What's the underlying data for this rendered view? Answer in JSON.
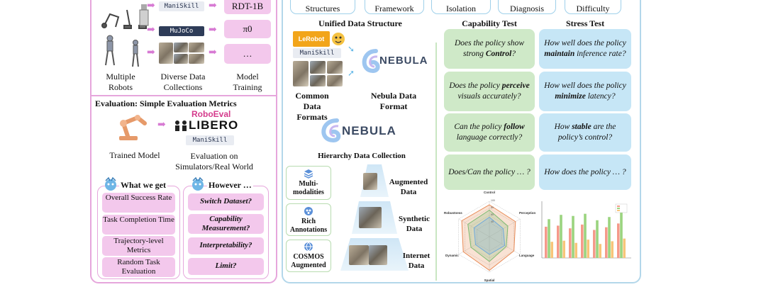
{
  "training": {
    "model_boxes": [
      "RDT-1B",
      "π0",
      "…"
    ],
    "labels": [
      "Multiple Robots",
      "Diverse Data Collections",
      "Model Training"
    ],
    "logos": {
      "maniskill": "ManiSkill",
      "mujoco": "MuJoCo"
    }
  },
  "evaluation": {
    "title": "Evaluation: Simple Evaluation Metrics",
    "trained_model": "Trained Model",
    "eval_on": "Evaluation on Simulators/Real World",
    "logos": {
      "roboeval": "RoboEval",
      "libero": "LIBERO",
      "maniskill": "ManiSkill"
    }
  },
  "what_we_get": {
    "title": "What we get",
    "items": [
      "Overall Success Rate",
      "Task Completion Time",
      "Trajectory-level Metrics",
      "Random Task Evaluation"
    ]
  },
  "however": {
    "title": "However …",
    "items": [
      "Switch Dataset?",
      "Capability Measurement?",
      "Interpretability?",
      "Limit?"
    ]
  },
  "tabs": [
    "Structures",
    "Framework",
    "Isolation",
    "Diagnosis",
    "Difficulty"
  ],
  "unified": {
    "title": "Unified Data Structure",
    "common": "Common Data Formats",
    "nebula_format": "Nebula Data Format",
    "logos": {
      "lerobot": "LeRobot",
      "maniskill": "ManiSkill",
      "nebula": "NEBULA"
    }
  },
  "hierarchy": {
    "title": "Hierarchy Data Collection",
    "features": [
      "Multi-modalities",
      "Rich Annotations",
      "COSMOS Augmented"
    ],
    "tiers": [
      "Augmented Data",
      "Synthetic Data",
      "Internet Data"
    ]
  },
  "capability": {
    "title": "Capability Test",
    "questions": [
      [
        "Does the policy show strong ",
        "Control",
        "?"
      ],
      [
        "Does the policy ",
        "perceive",
        " visuals accurately?"
      ],
      [
        "Can the policy ",
        "follow",
        " language correctly?"
      ],
      [
        "Does/Can the policy … ?",
        "",
        ""
      ]
    ]
  },
  "stress": {
    "title": "Stress Test",
    "questions": [
      [
        "How well does the policy ",
        "maintain",
        " inference rate?"
      ],
      [
        "How well does the policy ",
        "minimize",
        " latency?"
      ],
      [
        "How ",
        "stable",
        " are the policy’s control?"
      ],
      [
        "How does the policy … ?",
        "",
        ""
      ]
    ]
  },
  "radar": {
    "axes": [
      "Control",
      "Perception",
      "Language",
      "Spatial",
      "Dynamic",
      "Robustness"
    ],
    "rings": [
      "100",
      "80",
      "60",
      "40"
    ],
    "colors": [
      "#e88a55",
      "#7dbb72",
      "#6fa8dc"
    ]
  },
  "bars": {
    "series_colors": [
      "#f59a8a",
      "#9bd47f",
      "#f7c57a"
    ],
    "groups": [
      [
        58,
        72,
        30
      ],
      [
        60,
        80,
        32
      ],
      [
        55,
        78,
        28
      ],
      [
        62,
        82,
        34
      ],
      [
        52,
        70,
        26
      ],
      [
        57,
        76,
        31
      ],
      [
        64,
        86,
        36
      ]
    ],
    "ylim": [
      0,
      100
    ]
  }
}
